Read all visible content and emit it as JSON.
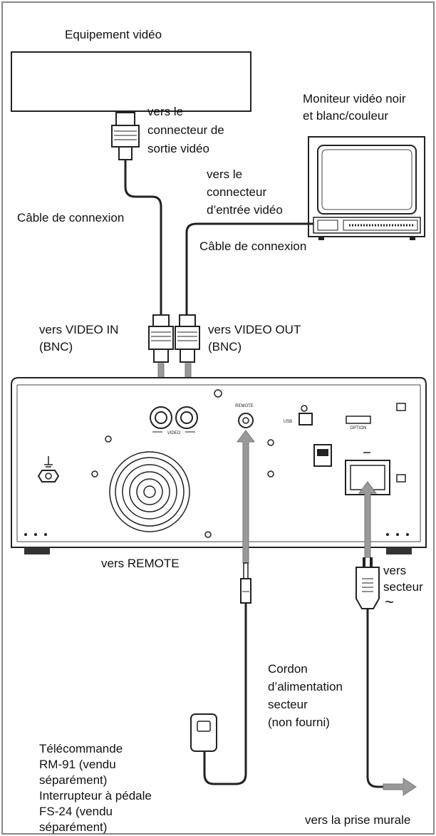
{
  "labels": {
    "video_equipment": "Equipement vidéo",
    "to_video_output_1": "vers le",
    "to_video_output_2": "connecteur de",
    "to_video_output_3": "sortie vidéo",
    "monitor_1": "Moniteur vidéo noir",
    "monitor_2": "et blanc/couleur",
    "to_video_input_1": "vers le",
    "to_video_input_2": "connecteur",
    "to_video_input_3": "d’entrée vidéo",
    "cable_left": "Câble de connexion",
    "cable_right": "Câble de connexion",
    "video_in_1": "vers VIDEO IN",
    "video_in_2": "(BNC)",
    "video_out_1": "vers VIDEO OUT",
    "video_out_2": "(BNC)",
    "remote": "vers REMOTE",
    "mains_1": "vers",
    "mains_2": "secteur",
    "mains_3": "~",
    "power_cord_1": "Cordon",
    "power_cord_2": "d’alimentation",
    "power_cord_3": "secteur",
    "power_cord_4": "(non fourni)",
    "remote_ctrl_1": "Télécommande",
    "remote_ctrl_2": "RM-91 (vendu",
    "remote_ctrl_3": "séparément)",
    "remote_ctrl_4": "Interrupteur à pédale",
    "remote_ctrl_5": "FS-24 (vendu",
    "remote_ctrl_6": "séparément)",
    "wall_outlet": "vers la prise murale"
  },
  "panel_labels": {
    "video": "VIDEO",
    "remote": "REMOTE",
    "usb": "USB",
    "option": "OPTION"
  }
}
